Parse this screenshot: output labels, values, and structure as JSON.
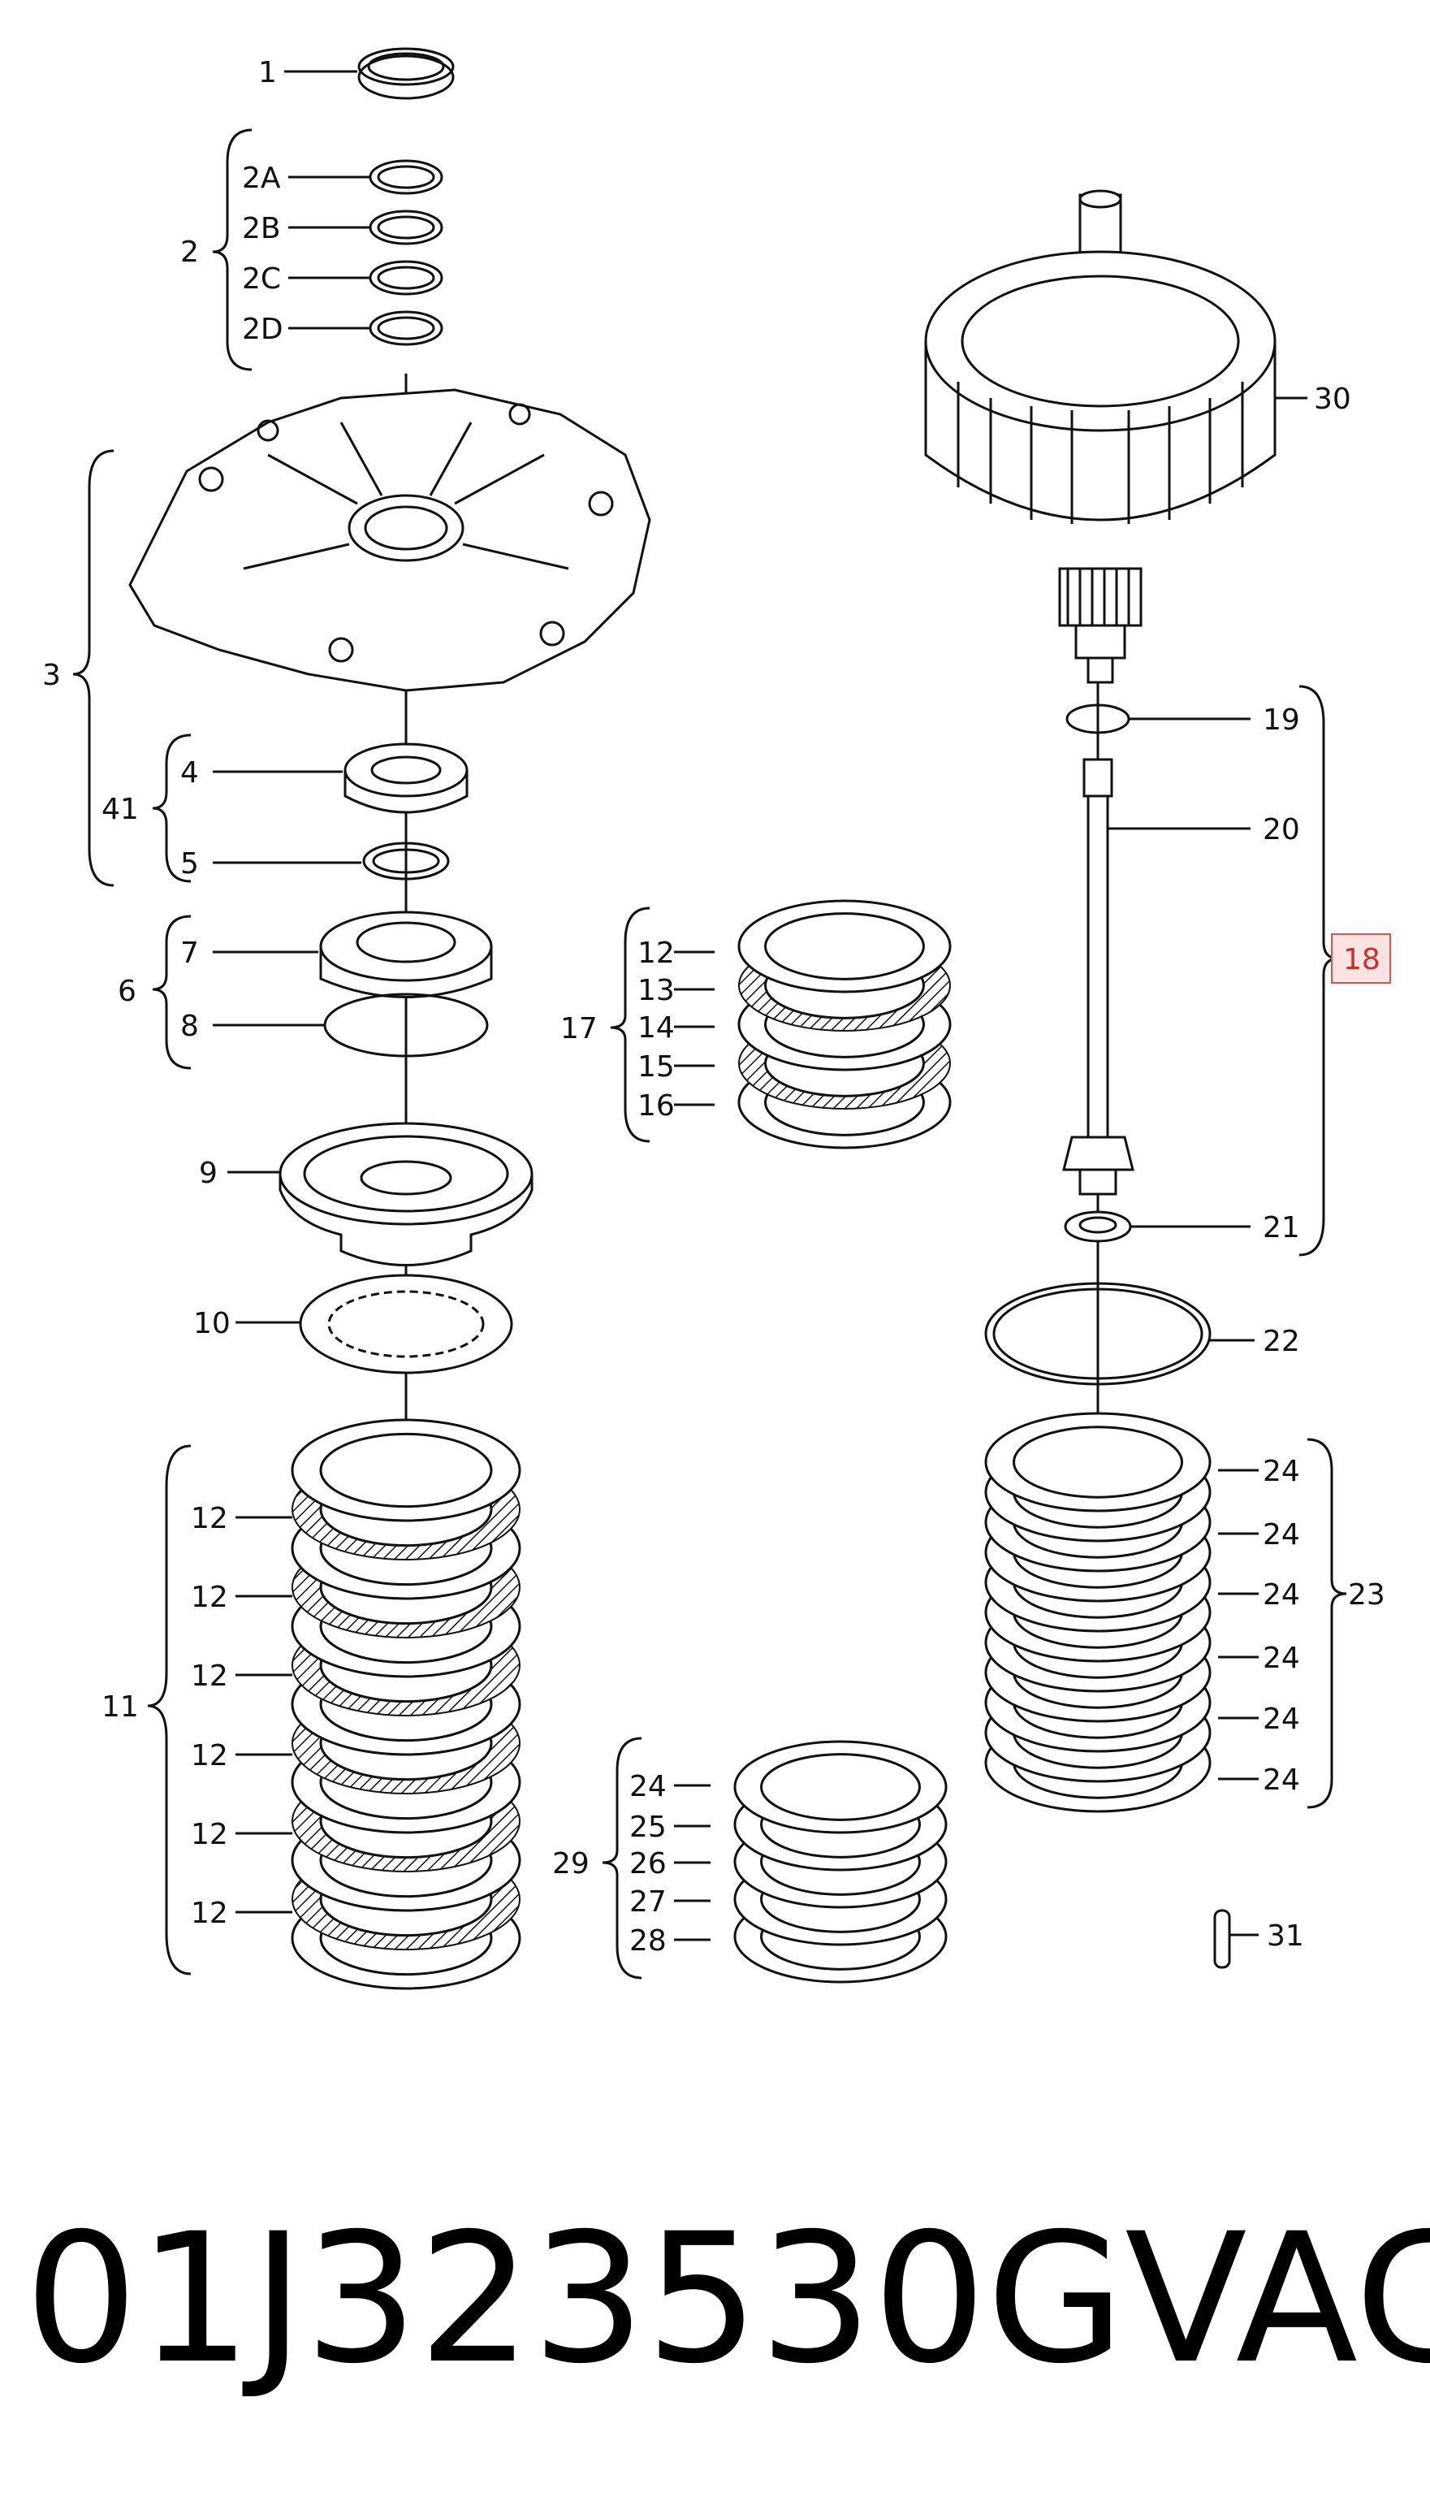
{
  "callouts": {
    "c1": "1",
    "c2": "2",
    "c2a": "2A",
    "c2b": "2B",
    "c2c": "2C",
    "c2d": "2D",
    "c3": "3",
    "c4": "4",
    "c41": "41",
    "c5": "5",
    "c6": "6",
    "c7": "7",
    "c8": "8",
    "c9": "9",
    "c10": "10",
    "c11": "11",
    "c12": "12",
    "c13": "13",
    "c14": "14",
    "c15": "15",
    "c16": "16",
    "c17": "17",
    "c18": "18",
    "c19": "19",
    "c20": "20",
    "c21": "21",
    "c22": "22",
    "c23": "23",
    "c24": "24",
    "c25": "25",
    "c26": "26",
    "c27": "27",
    "c28": "28",
    "c29": "29",
    "c30": "30",
    "c31": "31"
  },
  "highlight": {
    "part": "18",
    "color": "#d9534f"
  },
  "footer": {
    "part_number": "01J323530G",
    "brand": "VAG"
  }
}
